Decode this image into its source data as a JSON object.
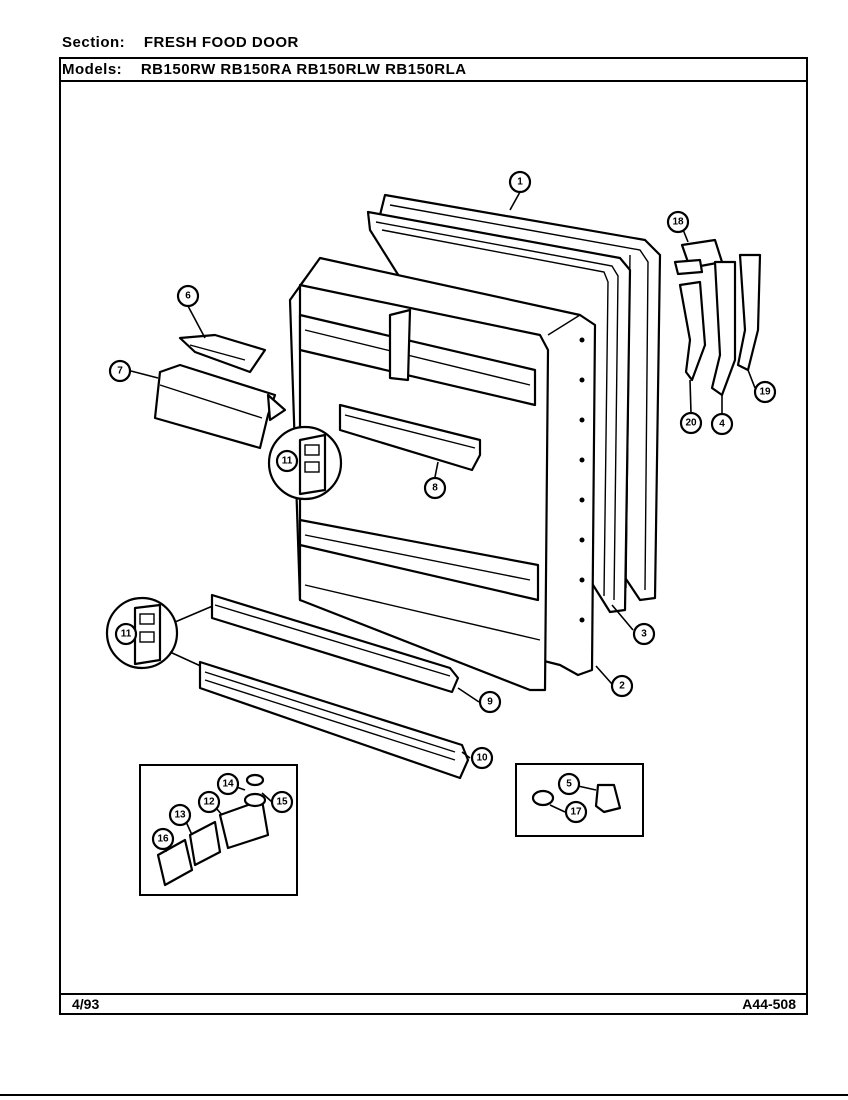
{
  "header": {
    "section_label": "Section:",
    "section_value": "FRESH FOOD DOOR",
    "models_label": "Models:",
    "models_value": "RB150RW RB150RA RB150RLW RB150RLA"
  },
  "footer": {
    "date": "4/93",
    "code": "A44-508"
  },
  "callouts": [
    "1",
    "2",
    "3",
    "4",
    "6",
    "7",
    "8",
    "9",
    "10",
    "11",
    "11",
    "12",
    "13",
    "14",
    "15",
    "16",
    "17",
    "18",
    "19",
    "20",
    "5"
  ]
}
